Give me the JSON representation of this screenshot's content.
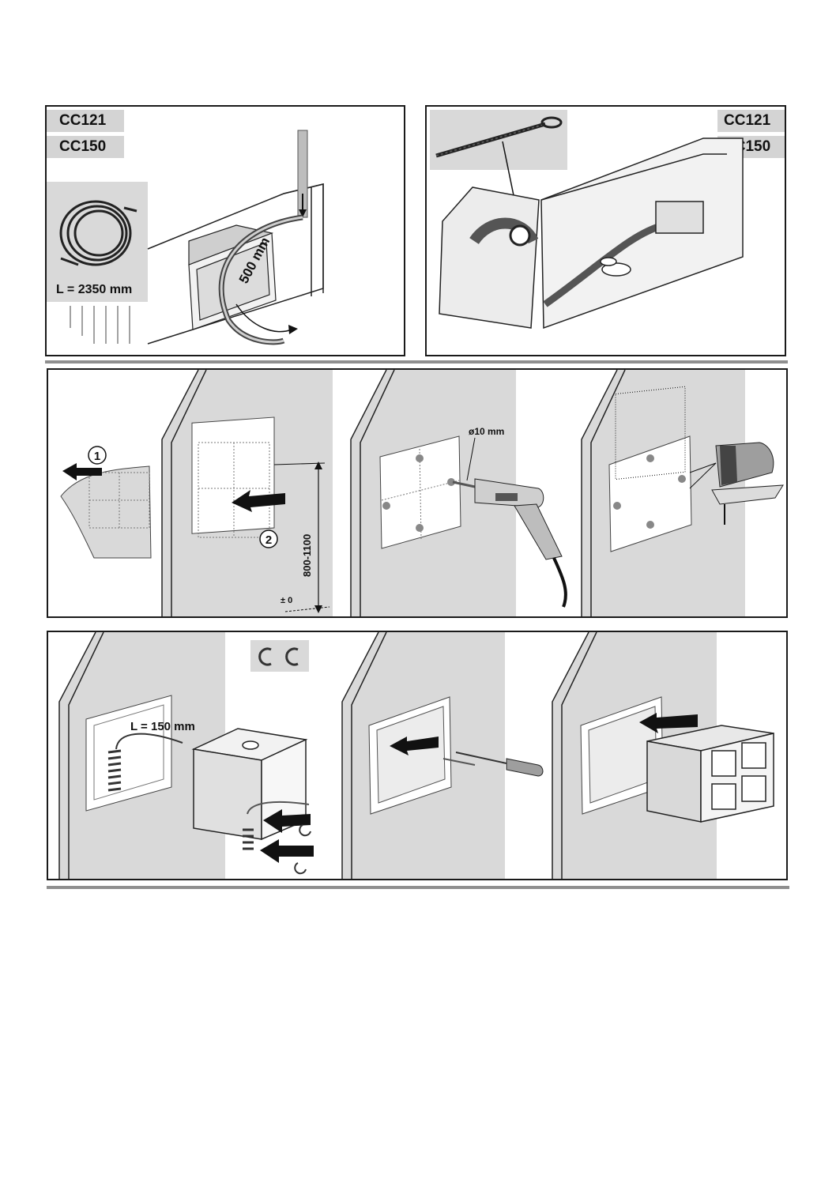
{
  "panel_top_left": {
    "models": [
      "CC121",
      "CC150"
    ],
    "cable_length_label": "L = 2350 mm",
    "bend_distance_label": "500 mm"
  },
  "panel_top_right": {
    "models": [
      "CC121",
      "CC150"
    ]
  },
  "row_mounting_prep": {
    "step_1": "1",
    "step_2": "2",
    "height_range_label": "800-1100",
    "floor_level_label": "± 0",
    "drill_diameter_label": "ø10 mm"
  },
  "row_box_install": {
    "cable_end_length_label": "L = 150 mm"
  },
  "colors": {
    "panel_border": "#1a1a1a",
    "wall_shade": "#d9d9d9",
    "model_tag_bg": "#d4d4d4",
    "divider": "#8f8f8f"
  }
}
